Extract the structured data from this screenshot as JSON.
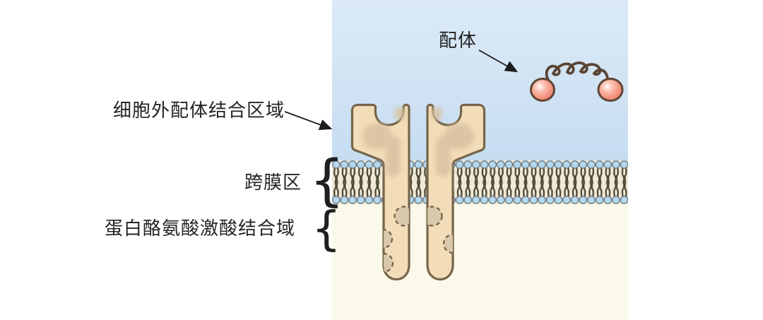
{
  "labels": {
    "ligand": "配体",
    "extracellular_domain": "细胞外配体结合区域",
    "transmembrane": "跨膜区",
    "kinase_domain": "蛋白酪氨酸激酸结合域"
  },
  "glyphs": {
    "brace": "{"
  },
  "colors": {
    "extracellular_top": "#dceaf7",
    "extracellular_bottom": "#c6ddf1",
    "cytoplasm": "#fbf9e9",
    "membrane_interior": "#efe9d6",
    "membrane_head": "#b7d7eb",
    "membrane_head_outline": "#66798a",
    "membrane_tail": "#4e4935",
    "receptor_fill": "#f3dcb8",
    "receptor_outline": "#75654a",
    "receptor_shading": "#d9c2a0",
    "kinase_circle_fill": "#d7c6a8",
    "ligand_sphere": "#ef8272",
    "ligand_outline": "#5f4636",
    "squiggle": "#5a4334",
    "label_text": "#242424",
    "arrow": "#1c1c1c"
  }
}
